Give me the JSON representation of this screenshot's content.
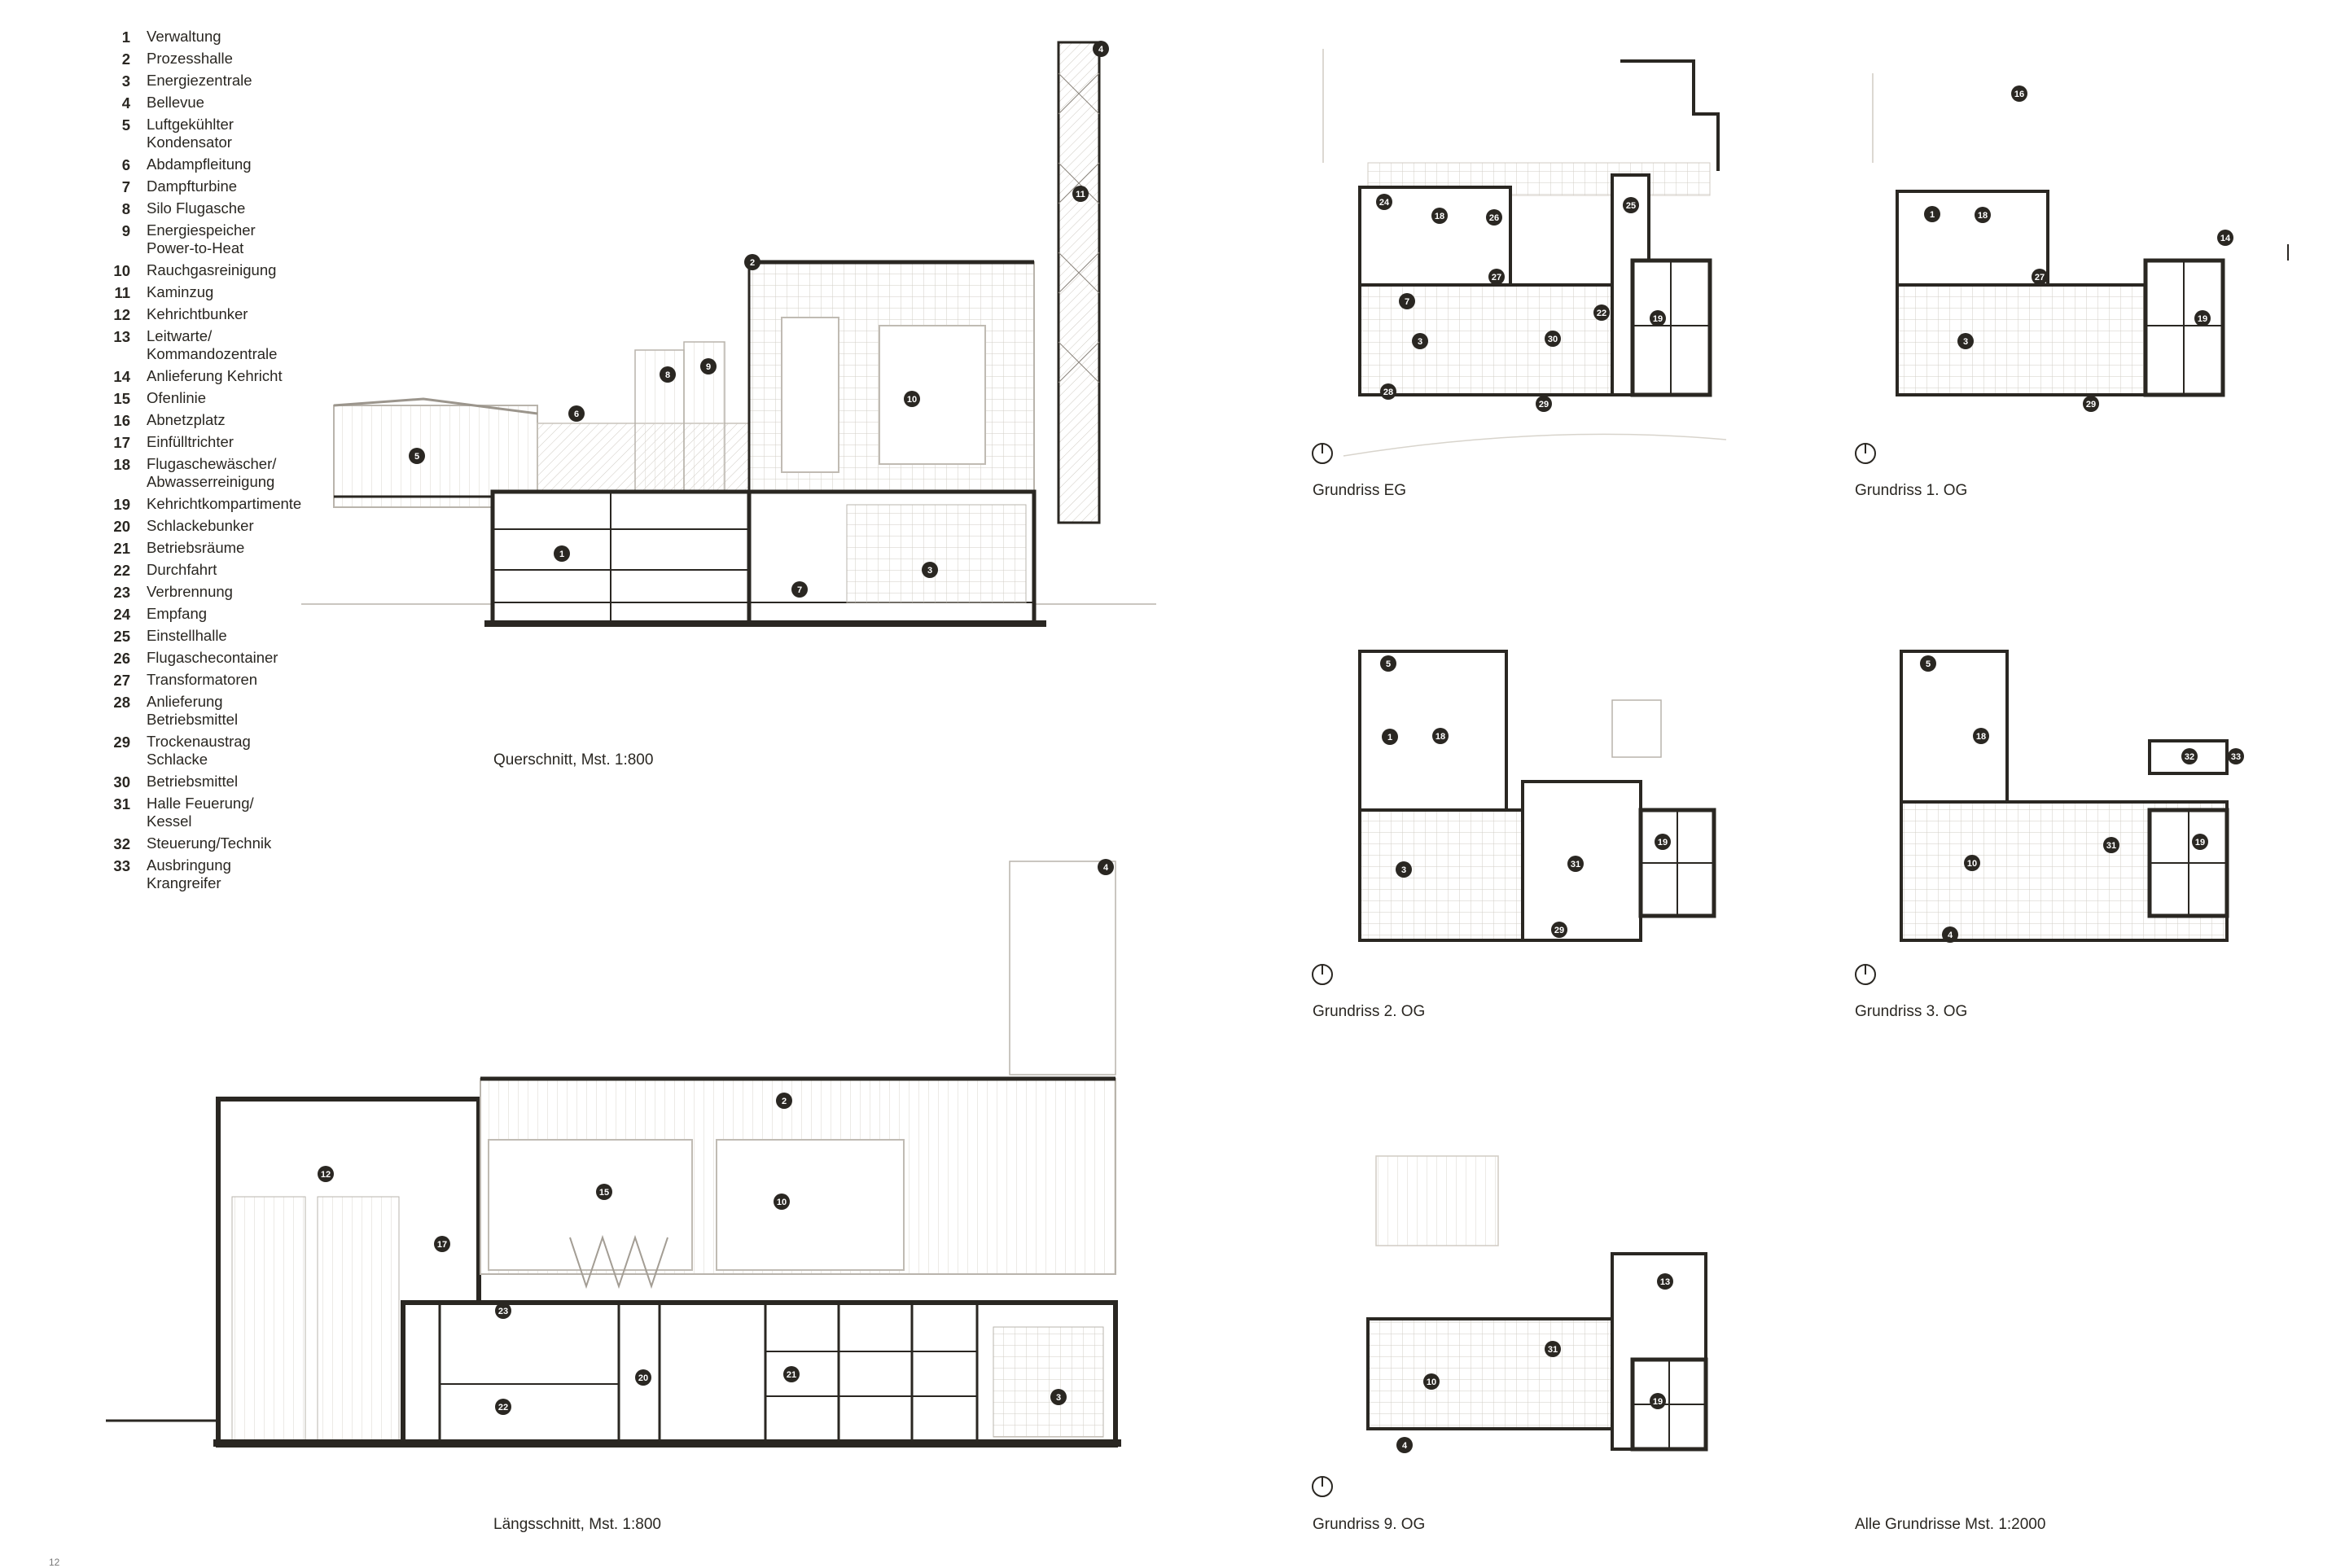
{
  "legend": [
    {
      "num": "1",
      "label": "Verwaltung"
    },
    {
      "num": "2",
      "label": "Prozesshalle"
    },
    {
      "num": "3",
      "label": "Energiezentrale"
    },
    {
      "num": "4",
      "label": "Bellevue"
    },
    {
      "num": "5",
      "label": "Luftgekühlter\nKondensator"
    },
    {
      "num": "6",
      "label": "Abdampfleitung"
    },
    {
      "num": "7",
      "label": "Dampfturbine"
    },
    {
      "num": "8",
      "label": "Silo Flugasche"
    },
    {
      "num": "9",
      "label": "Energiespeicher\nPower-to-Heat"
    },
    {
      "num": "10",
      "label": "Rauchgasreinigung"
    },
    {
      "num": "11",
      "label": "Kaminzug"
    },
    {
      "num": "12",
      "label": "Kehrichtbunker"
    },
    {
      "num": "13",
      "label": "Leitwarte/\nKommandozentrale"
    },
    {
      "num": "14",
      "label": "Anlieferung Kehricht"
    },
    {
      "num": "15",
      "label": "Ofenlinie"
    },
    {
      "num": "16",
      "label": "Abnetzplatz"
    },
    {
      "num": "17",
      "label": "Einfülltrichter"
    },
    {
      "num": "18",
      "label": "Flugaschewäscher/\nAbwasserreinigung"
    },
    {
      "num": "19",
      "label": "Kehrichtkompartimente"
    },
    {
      "num": "20",
      "label": "Schlackebunker"
    },
    {
      "num": "21",
      "label": "Betriebsräume"
    },
    {
      "num": "22",
      "label": "Durchfahrt"
    },
    {
      "num": "23",
      "label": "Verbrennung"
    },
    {
      "num": "24",
      "label": "Empfang"
    },
    {
      "num": "25",
      "label": "Einstellhalle"
    },
    {
      "num": "26",
      "label": "Flugaschecontainer"
    },
    {
      "num": "27",
      "label": "Transformatoren"
    },
    {
      "num": "28",
      "label": "Anlieferung\nBetriebsmittel"
    },
    {
      "num": "29",
      "label": "Trockenaustrag\nSchlacke"
    },
    {
      "num": "30",
      "label": "Betriebsmittel"
    },
    {
      "num": "31",
      "label": "Halle Feuerung/\nKessel"
    },
    {
      "num": "32",
      "label": "Steuerung/Technik"
    },
    {
      "num": "33",
      "label": "Ausbringung\nKrangreifer"
    }
  ],
  "captions": {
    "querschnitt": "Querschnitt, Mst. 1:800",
    "laengsschnitt": "Längsschnitt, Mst. 1:800",
    "eg": "Grundriss EG",
    "og1": "Grundriss 1. OG",
    "og2": "Grundriss 2. OG",
    "og3": "Grundriss 3. OG",
    "og9": "Grundriss 9. OG",
    "alle": "Alle Grundrisse Mst. 1:2000"
  },
  "markers": {
    "querschnitt": [
      "4",
      "11",
      "2",
      "10",
      "8",
      "9",
      "6",
      "5",
      "1",
      "7",
      "3"
    ],
    "laengsschnitt": [
      "4",
      "2",
      "12",
      "15",
      "10",
      "17",
      "23",
      "22",
      "20",
      "21",
      "3"
    ],
    "eg": [
      "24",
      "18",
      "26",
      "25",
      "27",
      "7",
      "3",
      "30",
      "22",
      "19",
      "28",
      "29"
    ],
    "og1": [
      "16",
      "1",
      "18",
      "27",
      "14",
      "3",
      "19",
      "29"
    ],
    "og2": [
      "5",
      "1",
      "18",
      "3",
      "31",
      "19",
      "29"
    ],
    "og3": [
      "5",
      "18",
      "32",
      "33",
      "10",
      "31",
      "19",
      "4"
    ],
    "og9": [
      "13",
      "31",
      "10",
      "19",
      "4"
    ]
  },
  "page_number": "12",
  "colors": {
    "ink": "#2a2722",
    "line": "#b9b4ac",
    "light": "#dedad3"
  }
}
